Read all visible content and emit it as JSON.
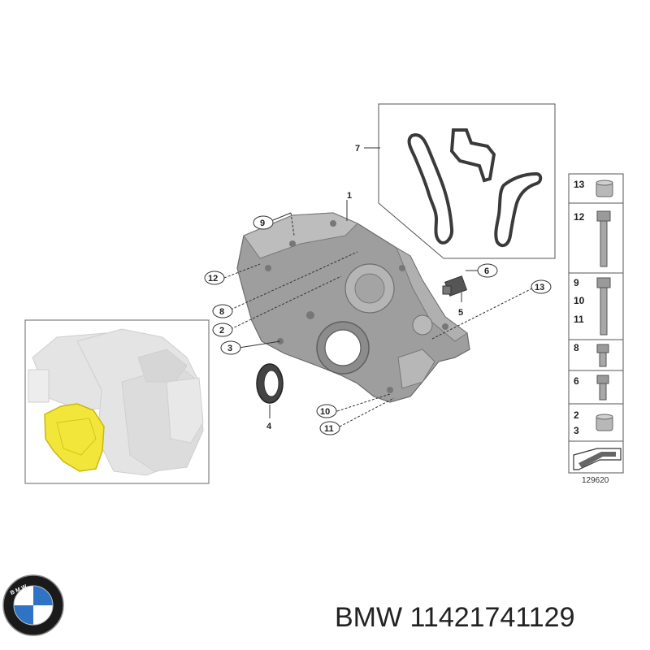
{
  "diagram": {
    "callouts": [
      "1",
      "2",
      "3",
      "4",
      "5",
      "6",
      "7",
      "8",
      "9",
      "10",
      "11",
      "12",
      "13"
    ],
    "sidebar_rows": [
      "13",
      "12",
      "9",
      "10",
      "11",
      "8",
      "6",
      "2",
      "3"
    ],
    "figure_number": "129620"
  },
  "footer": {
    "brand_logo_text": "BMW",
    "part_label": "BMW 11421741129"
  },
  "colors": {
    "highlight": "#f3e63a",
    "cover_metal": "#9a9a9a",
    "line": "#333333"
  }
}
